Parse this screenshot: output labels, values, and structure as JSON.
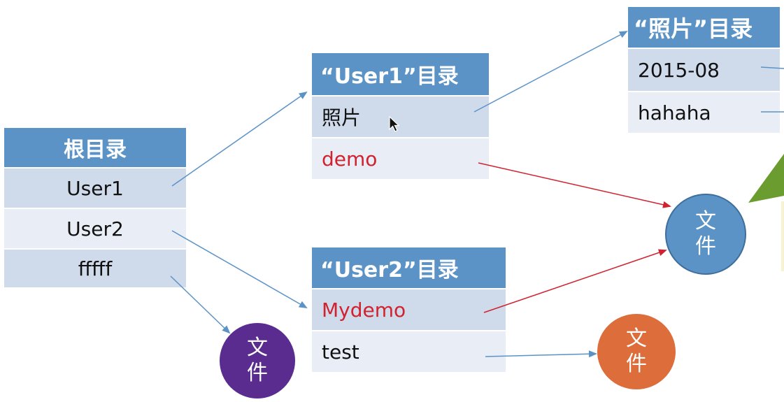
{
  "root_table": {
    "header": "根目录",
    "rows": [
      "User1",
      "User2",
      "fffff"
    ]
  },
  "user1_table": {
    "header": "“User1”目录",
    "rows": [
      "照片",
      "demo"
    ]
  },
  "user2_table": {
    "header": "“User2”目录",
    "rows": [
      "Mydemo",
      "test"
    ]
  },
  "photo_table": {
    "header": "“照片”目录",
    "rows": [
      "2015-08",
      "hahaha"
    ]
  },
  "file_nodes": {
    "blue": {
      "line1": "文",
      "line2": "件",
      "color": "#5b93c7"
    },
    "purple": {
      "line1": "文",
      "line2": "件",
      "color": "#5b2c8f"
    },
    "orange": {
      "line1": "文",
      "line2": "件",
      "color": "#dd6d3b"
    }
  },
  "colors": {
    "header": "#5b93c7",
    "row_dark": "#cfdaea",
    "row_light": "#e9eef6",
    "link_text": "#d0222f",
    "arrow_blue": "#5b93c7",
    "arrow_red": "#d0222f",
    "triangle": "#6a9c2f"
  }
}
